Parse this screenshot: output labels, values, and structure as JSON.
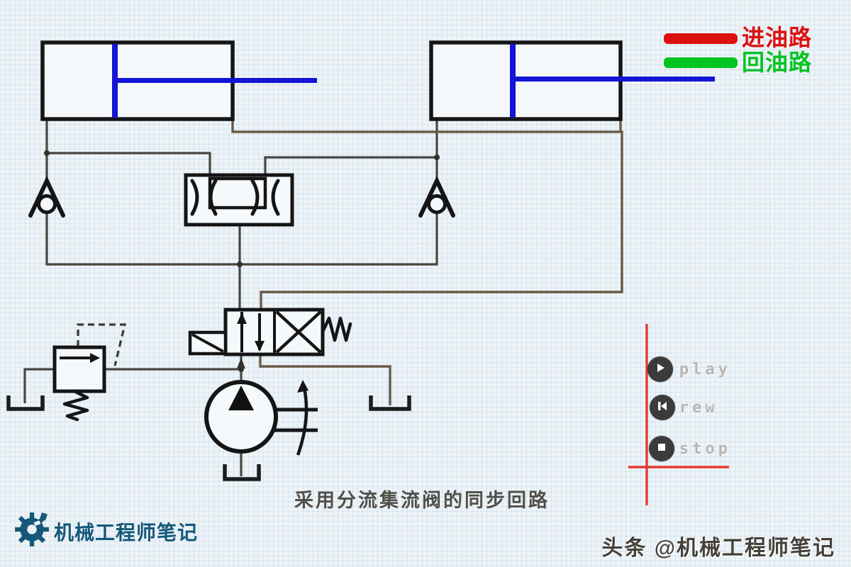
{
  "legend": {
    "items": [
      {
        "label": "进油路",
        "color": "#dc1010"
      },
      {
        "label": "回油路",
        "color": "#00c420"
      }
    ]
  },
  "media_controls": {
    "buttons": [
      {
        "label": "play"
      },
      {
        "label": "rew"
      },
      {
        "label": "stop"
      }
    ]
  },
  "caption": {
    "text": "采用分流集流阀的同步回路"
  },
  "branding": {
    "watermark_text": "机械工程师笔记",
    "credit_text": "头条 @机械工程师笔记"
  },
  "colors": {
    "inlet_red": "#dc1010",
    "return_green": "#00c420",
    "actuator_blue": "#1414d6",
    "guide_red": "#e23b34",
    "brand_teal": "#14587a",
    "background": "#eef3f7"
  }
}
